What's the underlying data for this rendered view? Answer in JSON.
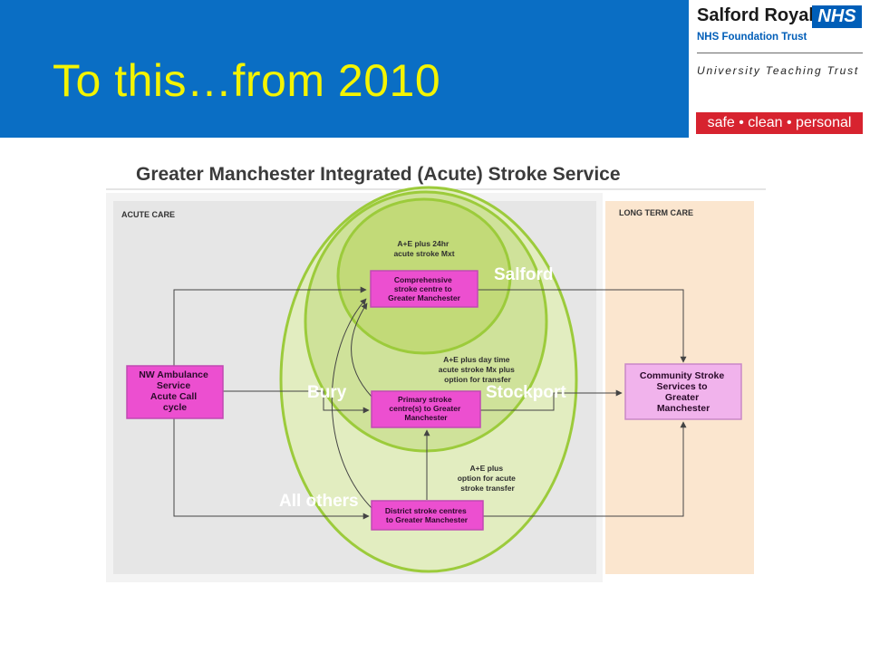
{
  "slide": {
    "title": "To this…from 2010"
  },
  "logo": {
    "org_name": "Salford Royal",
    "nhs": "NHS",
    "subtitle": "NHS Foundation Trust",
    "tagline": "University Teaching Trust",
    "values": "safe • clean • personal"
  },
  "diagram": {
    "title": "Greater Manchester Integrated (Acute) Stroke Service",
    "sections": {
      "acute": "ACUTE CARE",
      "long_term": "LONG TERM CARE"
    },
    "boxes": {
      "ambulance": [
        "NW Ambulance",
        "Service",
        "Acute Call",
        "cycle"
      ],
      "comprehensive": [
        "Comprehensive",
        "stroke centre to",
        "Greater Manchester"
      ],
      "primary": [
        "Primary stroke",
        "centre(s) to Greater",
        "Manchester"
      ],
      "district": [
        "District stroke centres",
        "to Greater Manchester"
      ],
      "community": [
        "Community Stroke",
        "Services to",
        "Greater",
        "Manchester"
      ]
    },
    "notes": {
      "top": [
        "A+E plus 24hr",
        "acute stroke Mxt"
      ],
      "middle": [
        "A+E plus day time",
        "acute stroke Mx plus",
        "option for transfer"
      ],
      "bottom": [
        "A+E plus",
        "option for acute",
        "stroke transfer"
      ]
    },
    "overlays": {
      "salford": "Salford",
      "bury": "Bury",
      "stockport": "Stockport",
      "all_others": "All others"
    }
  },
  "colors": {
    "header_blue": "#0a6ec4",
    "title_yellow": "#f4f400",
    "nhs_blue": "#005eb8",
    "values_red": "#d7232f",
    "green_outline": "#9ccb3b",
    "green_fill": "#d9ea9a",
    "magenta_box": "#ec4fd0",
    "pink_box": "#f1b3ec"
  }
}
